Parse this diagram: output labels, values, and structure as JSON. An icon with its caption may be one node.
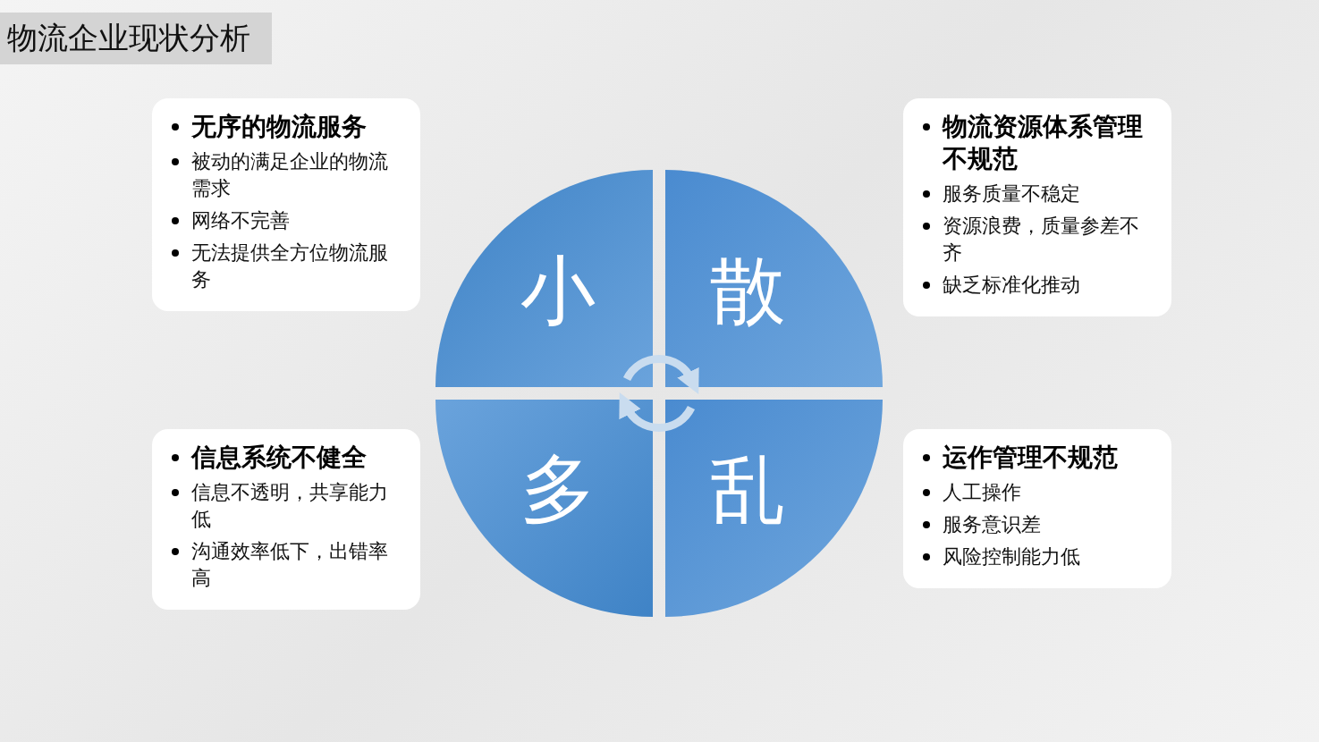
{
  "diagram": {
    "title": "物流企业现状分析",
    "nodes": [
      {
        "text": [
          "无序的物流服务",
          "被动的满足企业的物流需求",
          "网络不完善",
          "无法提供全方位物流服务"
        ]
      },
      {
        "text": [
          "小"
        ]
      },
      {
        "text": [
          "散"
        ]
      },
      {
        "text": [
          "物流资源体系管理不规范",
          "服务质量不稳定",
          "资源浪费，质量参差不齐",
          "缺乏标准化推动"
        ]
      },
      {
        "text": [
          "信息系统不健全",
          "信息不透明，共享能力低",
          "沟通效率低下，出错率高"
        ]
      },
      {
        "text": [
          "多"
        ]
      },
      {
        "text": [
          "乱"
        ]
      },
      {
        "text": [
          "运作管理不规范",
          "人工操作",
          "服务意识差",
          "风险控制能力低"
        ]
      }
    ],
    "edges": [
      {
        "from": 1,
        "to": 2,
        "arrow": "to"
      },
      {
        "from": 6,
        "to": 5,
        "arrow": "to"
      }
    ]
  }
}
